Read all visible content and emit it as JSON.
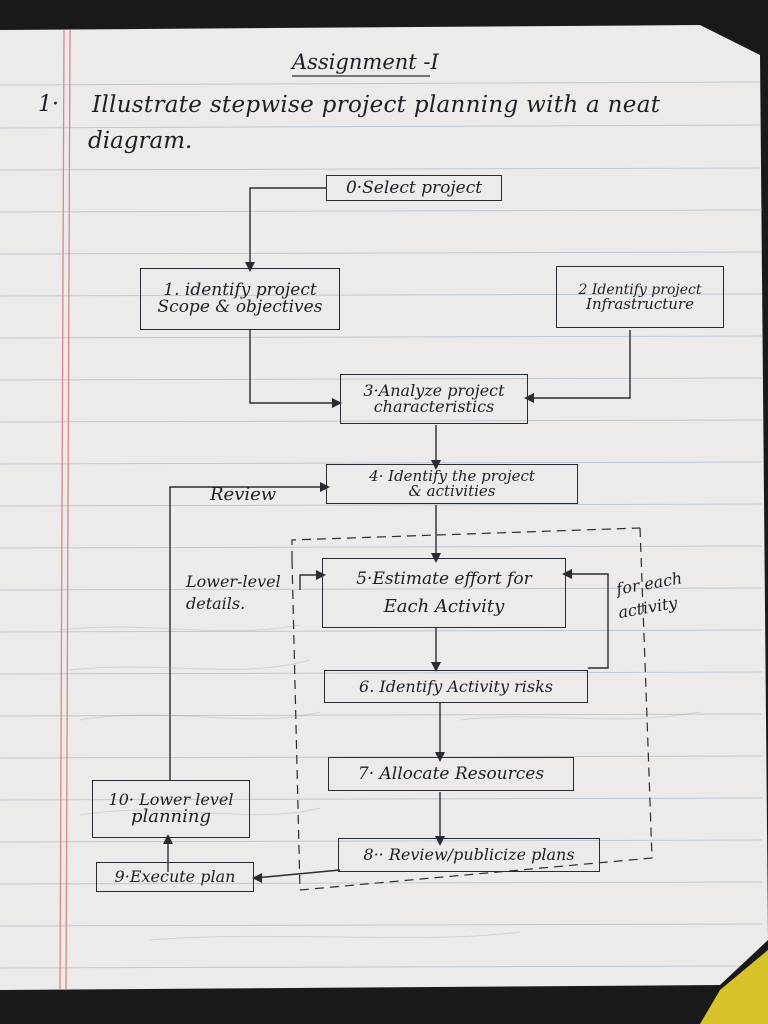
{
  "page": {
    "title": "Assignment -I",
    "question_number": "1·",
    "question_line1": "Illustrate stepwise project planning with a neat",
    "question_line2": "diagram."
  },
  "flowchart": {
    "step0": "0·Select project",
    "step1_line1": "1. identify project",
    "step1_line2": "Scope & objectives",
    "step2_line1": "2 Identify project",
    "step2_line2": "Infrastructure",
    "step3_line1": "3·Analyze project",
    "step3_line2": "characteristics",
    "step4_line1": "4· Identify the project",
    "step4_line2": "& activities",
    "step5_line1": "5·Estimate effort for",
    "step5_line2": "Each Activity",
    "step6": "6. Identify Activity risks",
    "step7": "7· Allocate Resources",
    "step8": "8·· Review/publicize plans",
    "step9": "9·Execute plan",
    "step10_line1": "10· Lower level",
    "step10_line2": "planning",
    "label_review": "Review",
    "label_lower_level_1": "Lower-level",
    "label_lower_level_2": "details.",
    "label_foreach_1": "for each",
    "label_foreach_2": "activity"
  },
  "colors": {
    "paper": "#ecebe9",
    "ink": "#1d1f27",
    "margin_line": "#d9878c",
    "rule_line": "#b9c6d3"
  }
}
